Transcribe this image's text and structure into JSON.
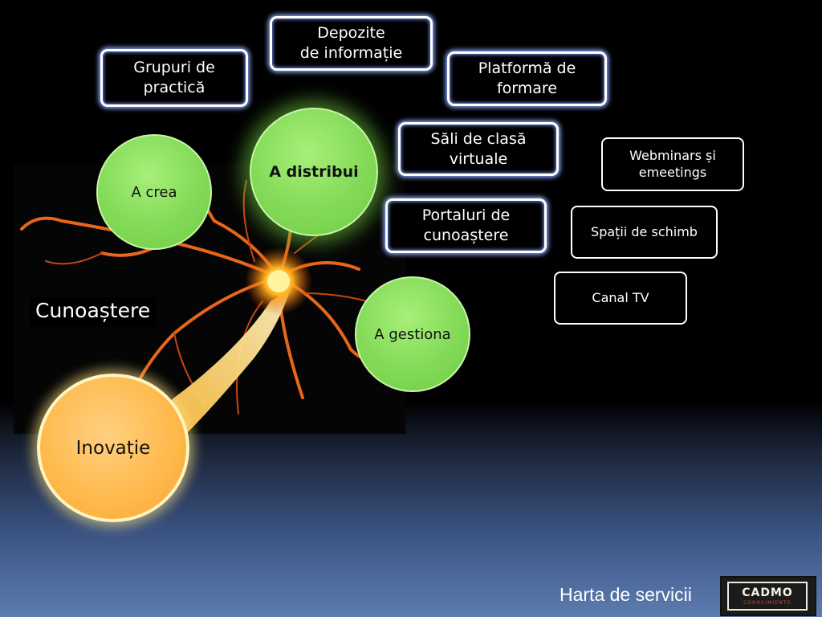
{
  "nodes": {
    "depozite": "Depozite\nde informație",
    "grupuri": "Grupuri de\npractică",
    "platforma": "Platformă de\nformare",
    "sali": "Săli de clasă\nvirtuale",
    "portaluri": "Portaluri de\ncunoaștere",
    "webminars": "Webminars  și\nemeetings",
    "spatii": "Spații de schimb",
    "canal": "Canal TV"
  },
  "circles": {
    "distribui": "A distribui",
    "crea": "A crea",
    "gestiona": "A gestiona",
    "inovatie": "Inovație"
  },
  "knowledge_label": "Cunoaștere",
  "footer": {
    "title": "Harta de servicii",
    "logo_main": "CADMO",
    "logo_sub": "CONOCIMIENTO"
  }
}
